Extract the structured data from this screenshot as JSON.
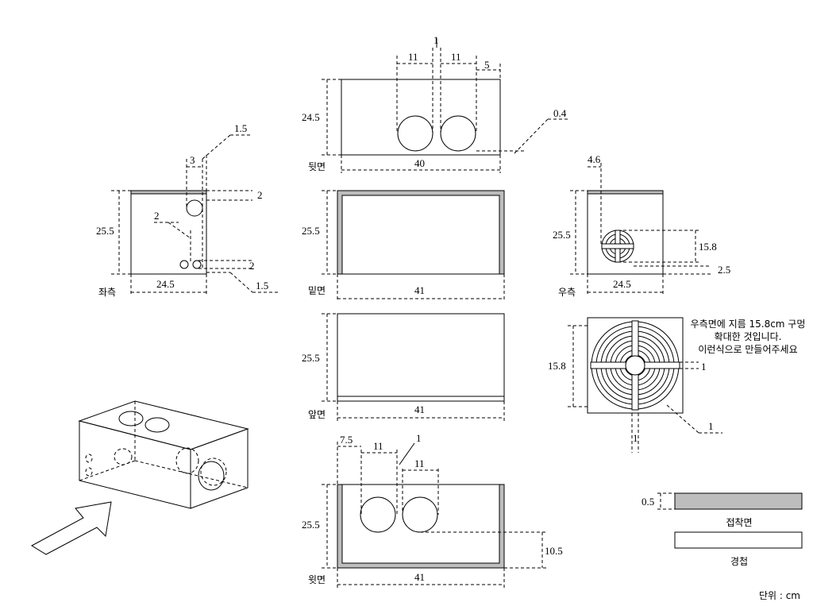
{
  "views": {
    "back": "뒷면",
    "bottom": "밑면",
    "front": "앞면",
    "top": "윗면",
    "left": "좌측",
    "right": "우측"
  },
  "dims": {
    "back": {
      "height": "24.5",
      "width": "40",
      "hole1": "11",
      "gap": "1",
      "hole2": "11",
      "margin": "5",
      "thickness": "0.4"
    },
    "bottom": {
      "height": "25.5",
      "width": "41"
    },
    "front": {
      "height": "25.5",
      "width": "41"
    },
    "top": {
      "height": "25.5",
      "width": "41",
      "offset": "7.5",
      "hole1": "11",
      "gap": "1",
      "hole2": "11",
      "y_offset": "10.5"
    },
    "left": {
      "height": "25.5",
      "width": "24.5",
      "top_thick": "1.5",
      "hole_off": "3",
      "hole_dia": "2",
      "leader": "2",
      "bottom_hole": "2",
      "bottom_thick": "1.5"
    },
    "right": {
      "height": "25.5",
      "width": "24.5",
      "offset": "4.6",
      "grille": "15.8",
      "bottom": "2.5"
    },
    "detail": {
      "size": "15.8",
      "slot_h": "1",
      "slot_v": "1",
      "rib": "1"
    }
  },
  "note": {
    "line1": "우측면에 지름 15.8cm 구멍",
    "line2": "확대한 것입니다.",
    "line3": "이런식으로 만들어주세요"
  },
  "legend": {
    "thickness": "0.5",
    "glue_label": "접착면",
    "joint_label": "경첩"
  },
  "unit": "단위 : cm"
}
